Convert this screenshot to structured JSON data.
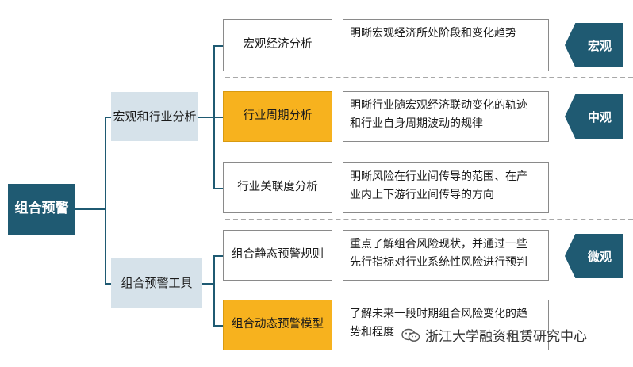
{
  "root": {
    "label": "组合预警"
  },
  "branches": [
    {
      "label": "宏观和行业分析",
      "items": [
        {
          "label": "宏观经济分析",
          "highlight": false,
          "desc": [
            "明晰宏观经济所处阶段和变化趋势"
          ]
        },
        {
          "label": "行业周期分析",
          "highlight": true,
          "desc": [
            "明晰行业随宏观经济联动变化的轨迹",
            "和行业自身周期波动的规律"
          ]
        },
        {
          "label": "行业关联度分析",
          "highlight": false,
          "desc": [
            "明晰风险在行业间传导的范围、在产",
            "业内上下游行业间传导的方向"
          ]
        }
      ]
    },
    {
      "label": "组合预警工具",
      "items": [
        {
          "label": "组合静态预警规则",
          "highlight": false,
          "desc": [
            "重点了解组合风险现状，并通过一些",
            "先行指标对行业系统性风险进行预判"
          ]
        },
        {
          "label": "组合动态预警模型",
          "highlight": true,
          "desc": [
            "了解未来一段时期组合风险变化的趋",
            "势和程度"
          ]
        }
      ]
    }
  ],
  "tags": [
    "宏观",
    "中观",
    "微观"
  ],
  "watermark": {
    "text": "浙江大学融资租赁研究中心",
    "icon": "wechat-icon"
  },
  "colors": {
    "primary": "#1f5a72",
    "light": "#d6e2ea",
    "highlight": "#f7b21e",
    "border": "#8a8a8a"
  }
}
